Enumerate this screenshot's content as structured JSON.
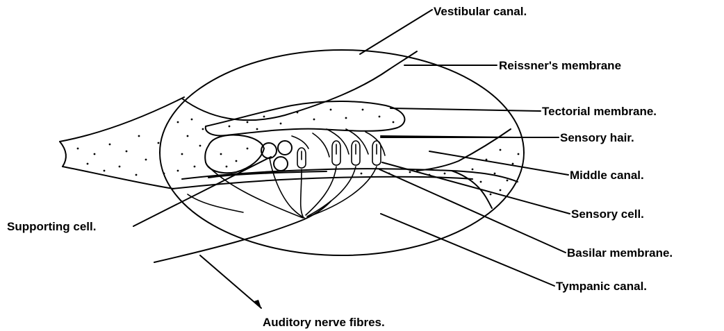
{
  "labels": {
    "vestibular_canal": "Vestibular canal.",
    "reissners_membrane": "Reissner's membrane",
    "tectorial_membrane": "Tectorial membrane.",
    "sensory_hair": "Sensory hair.",
    "middle_canal": "Middle canal.",
    "sensory_cell": "Sensory cell.",
    "basilar_membrane": "Basilar membrane.",
    "tympanic_canal": "Tympanic canal.",
    "supporting_cell": "Supporting cell.",
    "auditory_nerve_fibres": "Auditory nerve fibres."
  },
  "colors": {
    "ink": "#000000",
    "background": "#ffffff"
  }
}
